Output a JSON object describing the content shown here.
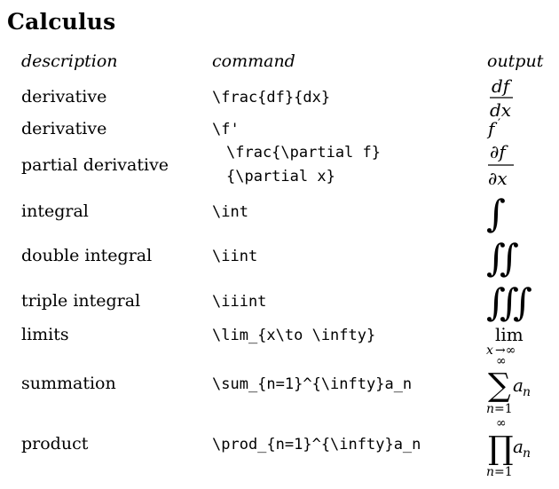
{
  "title": "Calculus",
  "headers": {
    "description": "description",
    "command": "command",
    "output": "output"
  },
  "rows": [
    {
      "description": "derivative",
      "command": "\\frac{df}{dx}",
      "output": "df/dx"
    },
    {
      "description": "derivative",
      "command": "\\f'",
      "output": "f′"
    },
    {
      "description": "partial derivative",
      "command_line1": "\\frac{\\partial f}",
      "command_line2": "{\\partial x}",
      "output": "∂f/∂x"
    },
    {
      "description": "integral",
      "command": "\\int",
      "output": "∫"
    },
    {
      "description": "double integral",
      "command": "\\iint",
      "output": "∬"
    },
    {
      "description": "triple integral",
      "command": "\\iiint",
      "output": "∭"
    },
    {
      "description": "limits",
      "command": "\\lim_{x\\to \\infty}",
      "output": "lim x→∞"
    },
    {
      "description": "summation",
      "command": "\\sum_{n=1}^{\\infty}a_n",
      "output": "∑ n=1 to ∞ a_n"
    },
    {
      "description": "product",
      "command": "\\prod_{n=1}^{\\infty}a_n",
      "output": "∏ n=1 to ∞ a_n"
    }
  ]
}
